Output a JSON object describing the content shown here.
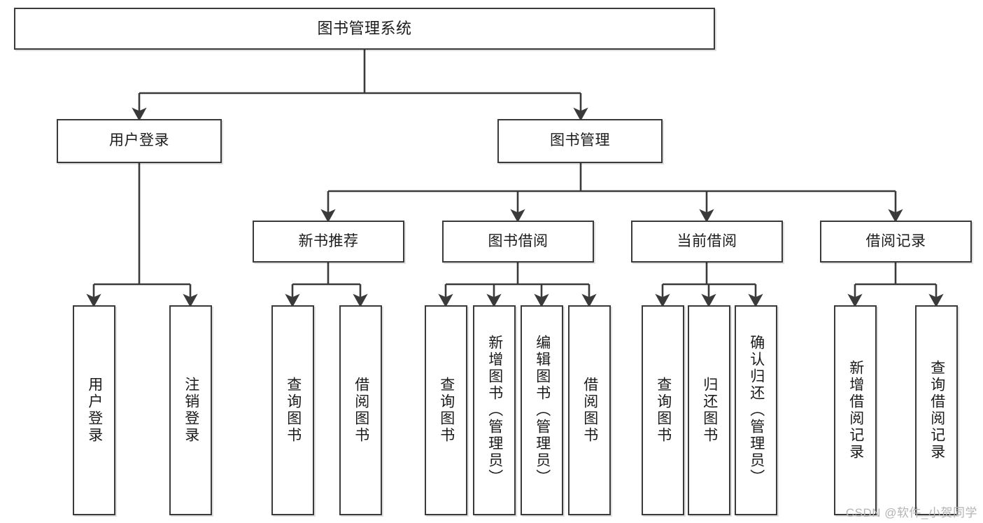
{
  "diagram": {
    "title": "图书管理系统",
    "type": "tree-hierarchy",
    "watermark": "CSDN @软件_小贺同学",
    "colors": {
      "stroke": "#3a3a3a",
      "box_fill": "#ffffff",
      "text": "#1b1b1b",
      "watermark": "#b4b4b4",
      "background": "#ffffff"
    },
    "nodes": {
      "root": {
        "label": "图书管理系统"
      },
      "level2": [
        {
          "id": "user-login",
          "label": "用户登录"
        },
        {
          "id": "book-manage",
          "label": "图书管理"
        }
      ],
      "level3": [
        {
          "id": "new-book-rec",
          "label": "新书推荐"
        },
        {
          "id": "book-borrow",
          "label": "图书借阅"
        },
        {
          "id": "current-borrow",
          "label": "当前借阅"
        },
        {
          "id": "borrow-record",
          "label": "借阅记录"
        }
      ],
      "leaves": {
        "user-login": [
          {
            "id": "leaf-user-login",
            "label": "用户登录"
          },
          {
            "id": "leaf-user-logout",
            "label": "注销登录"
          }
        ],
        "new-book-rec": [
          {
            "id": "leaf-query-book-1",
            "label": "查询图书"
          },
          {
            "id": "leaf-borrow-book-1",
            "label": "借阅图书"
          }
        ],
        "book-borrow": [
          {
            "id": "leaf-query-book-2",
            "label": "查询图书"
          },
          {
            "id": "leaf-add-book",
            "label": "新增图书（管理员）"
          },
          {
            "id": "leaf-edit-book",
            "label": "编辑图书（管理员）"
          },
          {
            "id": "leaf-borrow-book-2",
            "label": "借阅图书"
          }
        ],
        "current-borrow": [
          {
            "id": "leaf-query-book-3",
            "label": "查询图书"
          },
          {
            "id": "leaf-return-book",
            "label": "归还图书"
          },
          {
            "id": "leaf-confirm-return",
            "label": "确认归还（管理员）"
          }
        ],
        "borrow-record": [
          {
            "id": "leaf-add-record",
            "label": "新增借阅记录"
          },
          {
            "id": "leaf-query-record",
            "label": "查询借阅记录"
          }
        ]
      }
    }
  }
}
